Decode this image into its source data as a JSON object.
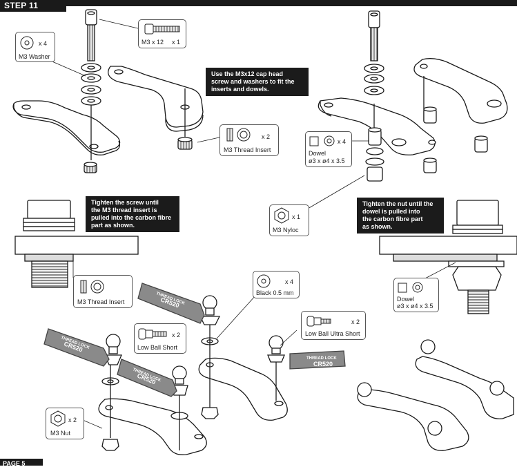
{
  "header": {
    "step": "STEP 11",
    "page": "PAGE 5"
  },
  "notes": {
    "cap_head": "Use the M3x12 cap head\nscrew and washers to fit the\ninserts and dowels.",
    "tighten_screw": "Tighten the screw until\nthe M3 thread insert is\npulled into the carbon fibre\npart as shown.",
    "tighten_nut": "Tighten the nut until the\ndowel is pulled into\nthe carbon fibre part\nas shown."
  },
  "parts": {
    "m3x12": {
      "name": "M3 x 12",
      "qty": "x 1"
    },
    "washer": {
      "name": "M3 Washer",
      "qty": "x 4"
    },
    "thread_insert": {
      "name": "M3 Thread Insert",
      "qty": "x 2"
    },
    "thread_insert_detail": {
      "name": "M3 Thread Insert"
    },
    "dowel": {
      "name": "Dowel",
      "size": "ø3 x ø4 x 3.5",
      "qty": "x 4"
    },
    "dowel_detail": {
      "name": "Dowel",
      "size": "ø3 x ø4 x 3.5"
    },
    "nyloc": {
      "name": "M3 Nyloc",
      "qty": "x 1"
    },
    "black_washer": {
      "name": "Black 0.5 mm",
      "qty": "x 4"
    },
    "low_ball_short": {
      "name": "Low Ball Short",
      "qty": "x 2"
    },
    "low_ball_ultra_short": {
      "name": "Low Ball Ultra Short",
      "qty": "x 2"
    },
    "m3_nut": {
      "name": "M3 Nut",
      "qty": "x 2"
    }
  },
  "threadlock": {
    "line1": "THREAD LOCK",
    "line2": "CR520"
  }
}
